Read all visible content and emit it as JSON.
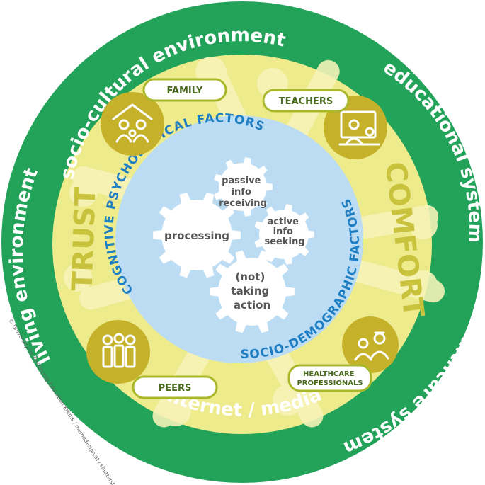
{
  "outer_ring": {
    "socio_cultural": "socio-cultural environment",
    "educational": "educational system",
    "healthcare": "healthcare system",
    "internet": "internet / media",
    "living": "living environment"
  },
  "yellow_ring": {
    "trust": "TRUST",
    "comfort": "COMFORT"
  },
  "blue_circle": {
    "cognitive": "COGNITIVE PSYCHOLOGICAL FACTORS",
    "socio_demographic": "SOCIO-DEMOGRAPHIC FACTORS"
  },
  "gears": {
    "passive": [
      "passive",
      "info",
      "receiving"
    ],
    "active": [
      "active",
      "info",
      "seeking"
    ],
    "processing": "processing",
    "action": [
      "(not)",
      "taking",
      "action"
    ]
  },
  "actors": {
    "family": "FAMILY",
    "teachers": "TEACHERS",
    "peers": "PEERS",
    "healthcare": [
      "HEALTHCARE",
      "PROFESSIONALS"
    ]
  },
  "credit": "© University for Continuing Education Krems / memodesign.at / shutterstock.com",
  "colors": {
    "outer_green": "#23a35a",
    "yellow": "#eeeb8c",
    "blue": "#bcdcf3",
    "olive": "#c5b22a",
    "label_border": "#a9b82a"
  }
}
